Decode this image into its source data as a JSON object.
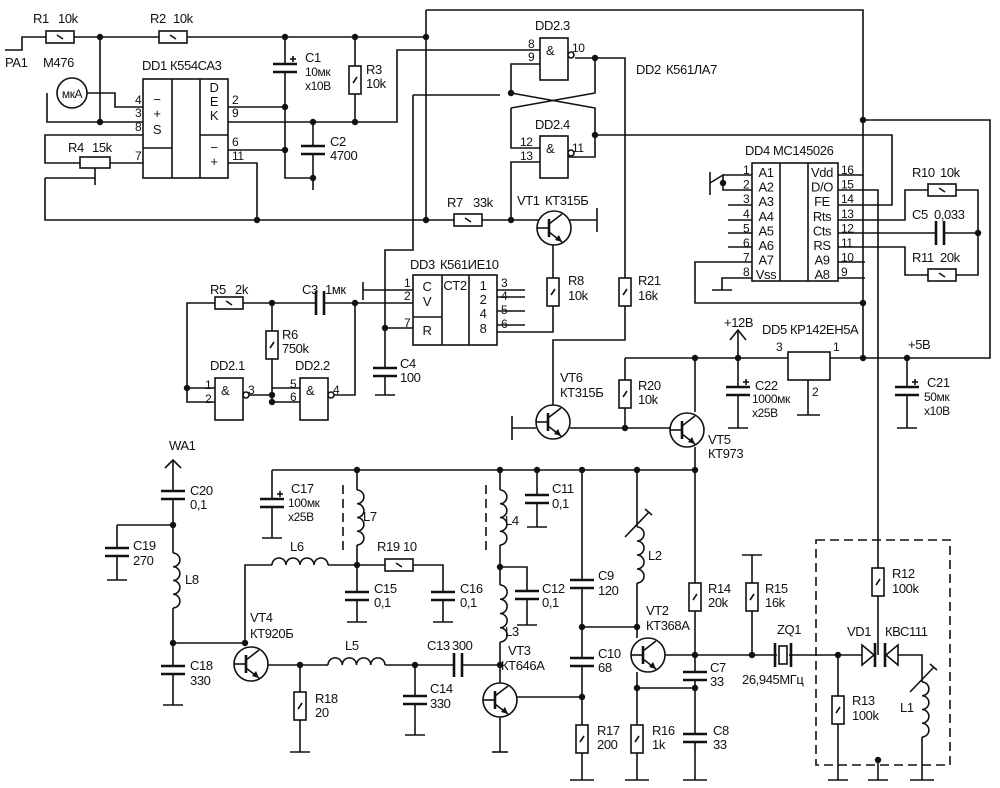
{
  "components": {
    "R1": {
      "ref": "R1",
      "value": "10k"
    },
    "R2": {
      "ref": "R2",
      "value": "10k"
    },
    "R3": {
      "ref": "R3",
      "value": "10k"
    },
    "R4": {
      "ref": "R4",
      "value": "15k"
    },
    "R5": {
      "ref": "R5",
      "value": "2k"
    },
    "R6": {
      "ref": "R6",
      "value": "750k"
    },
    "R7": {
      "ref": "R7",
      "value": "33k"
    },
    "R8": {
      "ref": "R8",
      "value": "10k"
    },
    "R10": {
      "ref": "R10",
      "value": "10k"
    },
    "R11": {
      "ref": "R11",
      "value": "20k"
    },
    "R12": {
      "ref": "R12",
      "value": "100k"
    },
    "R13": {
      "ref": "R13",
      "value": "100k"
    },
    "R14": {
      "ref": "R14",
      "value": "20k"
    },
    "R15": {
      "ref": "R15",
      "value": "16k"
    },
    "R16": {
      "ref": "R16",
      "value": "1k"
    },
    "R17": {
      "ref": "R17",
      "value": "200"
    },
    "R18": {
      "ref": "R18",
      "value": "20"
    },
    "R19": {
      "ref": "R19",
      "value": "10"
    },
    "R20": {
      "ref": "R20",
      "value": "10k"
    },
    "R21": {
      "ref": "R21",
      "value": "16k"
    },
    "C1": {
      "ref": "C1",
      "value": "10мк",
      "voltage": "х10В"
    },
    "C2": {
      "ref": "C2",
      "value": "4700"
    },
    "C3": {
      "ref": "C3",
      "value": "1мк"
    },
    "C4": {
      "ref": "C4",
      "value": "100"
    },
    "C5": {
      "ref": "C5",
      "value": "0,033"
    },
    "C7": {
      "ref": "C7",
      "value": "33"
    },
    "C8": {
      "ref": "C8",
      "value": "33"
    },
    "C9": {
      "ref": "C9",
      "value": "120"
    },
    "C10": {
      "ref": "C10",
      "value": "68"
    },
    "C11": {
      "ref": "C11",
      "value": "0,1"
    },
    "C12": {
      "ref": "C12",
      "value": "0,1"
    },
    "C13": {
      "ref": "C13",
      "value": "300"
    },
    "C14": {
      "ref": "C14",
      "value": "330"
    },
    "C15": {
      "ref": "C15",
      "value": "0,1"
    },
    "C16": {
      "ref": "C16",
      "value": "0,1"
    },
    "C17": {
      "ref": "C17",
      "value": "100мк",
      "voltage": "х25В"
    },
    "C18": {
      "ref": "C18",
      "value": "330"
    },
    "C19": {
      "ref": "C19",
      "value": "270"
    },
    "C20": {
      "ref": "C20",
      "value": "0,1"
    },
    "C21": {
      "ref": "C21",
      "value": "50мк",
      "voltage": "х10В"
    },
    "C22": {
      "ref": "C22",
      "value": "1000мк",
      "voltage": "х25В"
    },
    "L1": {
      "ref": "L1"
    },
    "L2": {
      "ref": "L2"
    },
    "L3": {
      "ref": "L3"
    },
    "L4": {
      "ref": "L4"
    },
    "L5": {
      "ref": "L5"
    },
    "L6": {
      "ref": "L6"
    },
    "L7": {
      "ref": "L7"
    },
    "L8": {
      "ref": "L8"
    },
    "VT1": {
      "ref": "VT1",
      "type": "КТ315Б"
    },
    "VT2": {
      "ref": "VT2",
      "type": "КТ368А"
    },
    "VT3": {
      "ref": "VT3",
      "type": "КТ646А"
    },
    "VT4": {
      "ref": "VT4",
      "type": "КТ920Б"
    },
    "VT5": {
      "ref": "VT5",
      "type": "КТ973"
    },
    "VT6": {
      "ref": "VT6",
      "type": "КТ315Б"
    },
    "VD1": {
      "ref": "VD1",
      "type": "КВС111"
    },
    "ZQ1": {
      "ref": "ZQ1",
      "value": "26,945МГц"
    },
    "PA1": {
      "ref": "PA1",
      "type": "М476",
      "unit": "мкА"
    },
    "WA1": {
      "ref": "WA1"
    }
  },
  "ics": {
    "DD1": {
      "ref": "DD1",
      "type": "К554СА3",
      "pins": [
        "4",
        "3",
        "8",
        "7",
        "2",
        "9",
        "6",
        "11"
      ],
      "inner": [
        "−",
        "+",
        "S",
        "D",
        "E",
        "K",
        "−",
        "+"
      ]
    },
    "DD2": {
      "ref": "DD2",
      "type": "К561ЛА7"
    },
    "DD2_1": {
      "ref": "DD2.1",
      "pins": [
        "1",
        "2",
        "3"
      ],
      "symbol": "&"
    },
    "DD2_2": {
      "ref": "DD2.2",
      "pins": [
        "5",
        "6",
        "4"
      ],
      "symbol": "&"
    },
    "DD2_3": {
      "ref": "DD2.3",
      "pins": [
        "8",
        "9",
        "10"
      ],
      "symbol": "&"
    },
    "DD2_4": {
      "ref": "DD2.4",
      "pins": [
        "12",
        "13",
        "11"
      ],
      "symbol": "&"
    },
    "DD3": {
      "ref": "DD3",
      "type": "К561ИЕ10",
      "pins_in": [
        "1",
        "2",
        "7"
      ],
      "pins_out": [
        "3",
        "4",
        "5",
        "6"
      ],
      "inner": [
        "C",
        "V",
        "R",
        "CT2",
        "1",
        "2",
        "4",
        "8"
      ]
    },
    "DD4": {
      "ref": "DD4",
      "type": "MC145026",
      "left_pins": [
        "1",
        "2",
        "3",
        "4",
        "5",
        "6",
        "7",
        "8"
      ],
      "left_names": [
        "A1",
        "A2",
        "A3",
        "A4",
        "A5",
        "A6",
        "A7",
        "Vss"
      ],
      "right_pins": [
        "16",
        "15",
        "14",
        "13",
        "12",
        "11",
        "10",
        "9"
      ],
      "right_names": [
        "Vdd",
        "D/O",
        "FE",
        "Rts",
        "Cts",
        "RS",
        "A9",
        "A8"
      ]
    },
    "DD5": {
      "ref": "DD5",
      "type": "КР142ЕН5А",
      "pins": [
        "3",
        "1",
        "2"
      ]
    }
  },
  "supply": {
    "v12": "+12В",
    "v5": "+5В"
  }
}
